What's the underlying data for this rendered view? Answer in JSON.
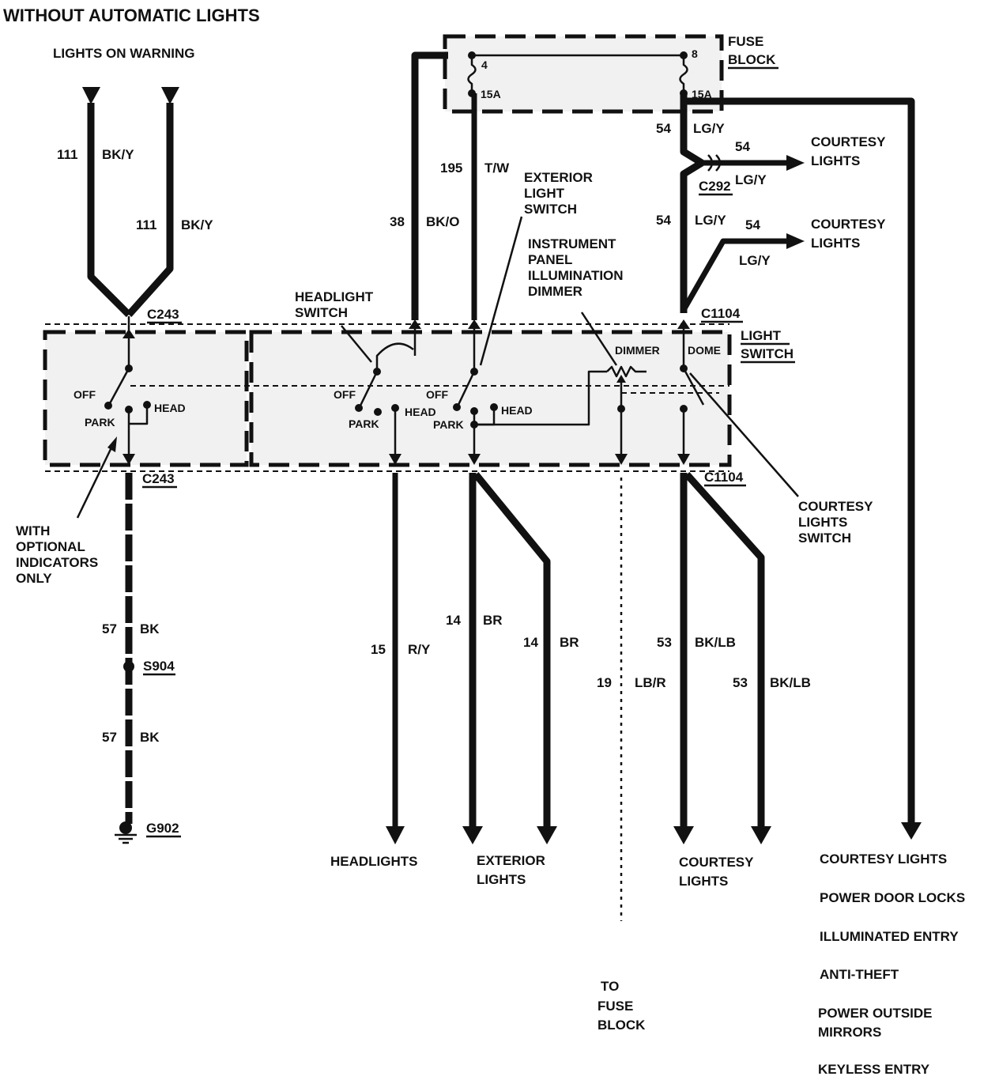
{
  "title": "WITHOUT AUTOMATIC LIGHTS",
  "labels": {
    "lights_on_warning": "LIGHTS ON WARNING",
    "fuse_block_1": "FUSE",
    "fuse_block_2": "BLOCK",
    "light_switch_1": "LIGHT",
    "light_switch_2": "SWITCH",
    "headlight_switch_1": "HEADLIGHT",
    "headlight_switch_2": "SWITCH",
    "exterior_light_switch_1": "EXTERIOR",
    "exterior_light_switch_2": "LIGHT",
    "exterior_light_switch_3": "SWITCH",
    "ip_dimmer_1": "INSTRUMENT",
    "ip_dimmer_2": "PANEL",
    "ip_dimmer_3": "ILLUMINATION",
    "ip_dimmer_4": "DIMMER",
    "with_optional_1": "WITH",
    "with_optional_2": "OPTIONAL",
    "with_optional_3": "INDICATORS",
    "with_optional_4": "ONLY",
    "courtesy_switch_1": "COURTESY",
    "courtesy_switch_2": "LIGHTS",
    "courtesy_switch_3": "SWITCH",
    "courtesy_top1_1": "COURTESY",
    "courtesy_top1_2": "LIGHTS",
    "courtesy_top2_1": "COURTESY",
    "courtesy_top2_2": "LIGHTS",
    "headlights": "HEADLIGHTS",
    "exterior_lights_1": "EXTERIOR",
    "exterior_lights_2": "LIGHTS",
    "courtesy_bottom_1": "COURTESY",
    "courtesy_bottom_2": "LIGHTS",
    "to_fuse_block_1": "TO",
    "to_fuse_block_2": "FUSE",
    "to_fuse_block_3": "BLOCK",
    "dimmer": "DIMMER",
    "dome": "DOME",
    "off": "OFF",
    "park": "PARK",
    "head": "HEAD"
  },
  "connectors": {
    "c243": "C243",
    "c1104": "C1104",
    "c292": "C292",
    "s904": "S904",
    "g902": "G902"
  },
  "fuses": {
    "fuse4_num": "4",
    "fuse4_rating": "15A",
    "fuse8_num": "8",
    "fuse8_rating": "15A"
  },
  "wires": [
    {
      "circuit": "111",
      "color": "BK/Y"
    },
    {
      "circuit": "111",
      "color": "BK/Y"
    },
    {
      "circuit": "195",
      "color": "T/W"
    },
    {
      "circuit": "38",
      "color": "BK/O"
    },
    {
      "circuit": "54",
      "color": "LG/Y"
    },
    {
      "circuit": "54",
      "color": "LG/Y"
    },
    {
      "circuit": "54",
      "color": "LG/Y"
    },
    {
      "circuit": "54",
      "color": "LG/Y"
    },
    {
      "circuit": "57",
      "color": "BK"
    },
    {
      "circuit": "57",
      "color": "BK"
    },
    {
      "circuit": "15",
      "color": "R/Y"
    },
    {
      "circuit": "14",
      "color": "BR"
    },
    {
      "circuit": "14",
      "color": "BR"
    },
    {
      "circuit": "19",
      "color": "LB/R"
    },
    {
      "circuit": "53",
      "color": "BK/LB"
    },
    {
      "circuit": "53",
      "color": "BK/LB"
    }
  ],
  "feeds": [
    "COURTESY LIGHTS",
    "POWER DOOR LOCKS",
    "ILLUMINATED ENTRY",
    "ANTI-THEFT",
    "POWER OUTSIDE",
    "MIRRORS",
    "KEYLESS ENTRY"
  ]
}
